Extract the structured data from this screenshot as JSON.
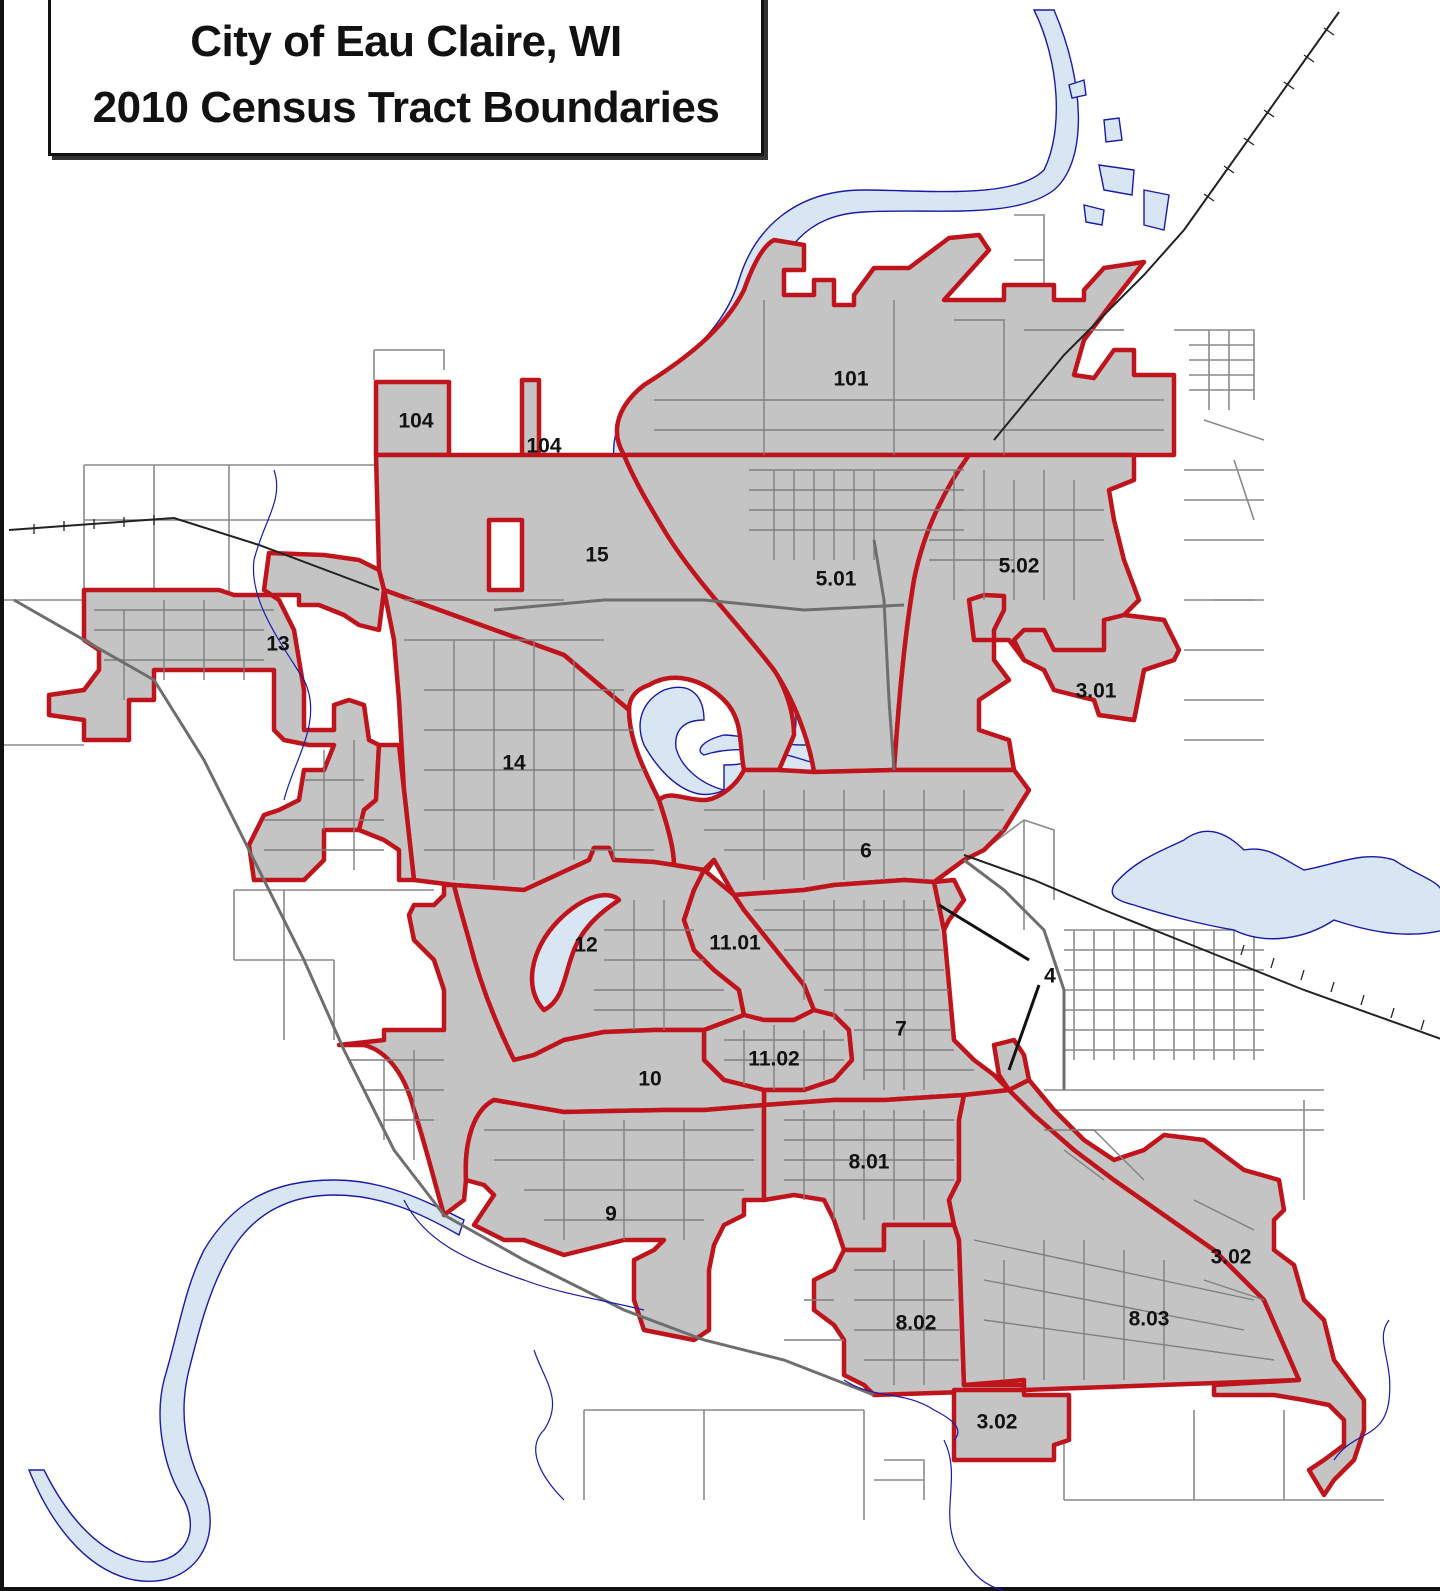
{
  "title": {
    "line_1": "City of Eau Claire, WI",
    "line_2": "2010 Census Tract Boundaries"
  },
  "colors": {
    "tract_fill": "#c4c4c4",
    "tract_border": "#c0141c",
    "water": "#d8e6f3",
    "water_outline": "#1a1aa8",
    "street": "#7f7f7f",
    "railroad": "#222222",
    "label": "#111111"
  },
  "tract_labels": [
    {
      "id": "101",
      "text": "101"
    },
    {
      "id": "104",
      "text": "104"
    },
    {
      "id": "104b",
      "text": "104"
    },
    {
      "id": "15",
      "text": "15"
    },
    {
      "id": "5.01",
      "text": "5.01"
    },
    {
      "id": "5.02",
      "text": "5.02"
    },
    {
      "id": "13",
      "text": "13"
    },
    {
      "id": "3.01",
      "text": "3.01"
    },
    {
      "id": "14",
      "text": "14"
    },
    {
      "id": "6",
      "text": "6"
    },
    {
      "id": "12",
      "text": "12"
    },
    {
      "id": "11.01",
      "text": "11.01"
    },
    {
      "id": "4",
      "text": "4"
    },
    {
      "id": "7",
      "text": "7"
    },
    {
      "id": "11.02",
      "text": "11.02"
    },
    {
      "id": "10",
      "text": "10"
    },
    {
      "id": "8.01",
      "text": "8.01"
    },
    {
      "id": "9",
      "text": "9"
    },
    {
      "id": "3.02",
      "text": "3.02"
    },
    {
      "id": "8.02",
      "text": "8.02"
    },
    {
      "id": "8.03",
      "text": "8.03"
    },
    {
      "id": "3.02b",
      "text": "3.02"
    }
  ]
}
